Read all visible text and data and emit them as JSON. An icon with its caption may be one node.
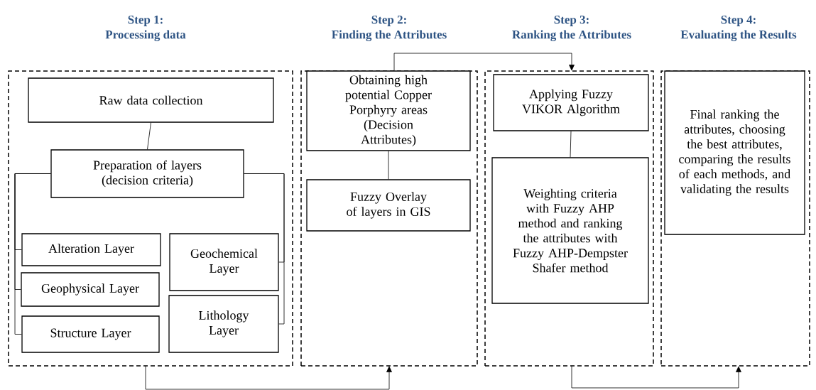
{
  "diagram": {
    "nodes": [
      {
        "text": [
          "Step 1:",
          "Processing data"
        ]
      },
      {
        "text": [
          "Raw data collection"
        ],
        "in": 0
      },
      {
        "text": [
          "Preparation of layers (decision criteria)"
        ],
        "in": 0
      },
      {
        "text": [
          "Alteration Layer"
        ],
        "in": 0
      },
      {
        "text": [
          "Geophysical Layer"
        ],
        "in": 0
      },
      {
        "text": [
          "Structure Layer"
        ],
        "in": 0
      },
      {
        "text": [
          "Geochemical Layer"
        ],
        "in": 0
      },
      {
        "text": [
          "Lithology Layer"
        ],
        "in": 0
      },
      {
        "text": [
          "Step 2:",
          "Finding the Attributes"
        ]
      },
      {
        "text": [
          "Obtaining high potential Copper Porphyry areas (Decision Attributes)"
        ],
        "in": 8
      },
      {
        "text": [
          "Fuzzy Overlay of layers in GIS"
        ],
        "in": 8
      },
      {
        "text": [
          "Step 3:",
          "Ranking the Attributes"
        ]
      },
      {
        "text": [
          "Applying Fuzzy VIKOR Algorithm"
        ],
        "in": 11
      },
      {
        "text": [
          "Weighting criteria with Fuzzy AHP method and ranking the attributes with Fuzzy AHP-Dempster Shafer method"
        ],
        "in": 11
      },
      {
        "text": [
          "Step 4:",
          "Evaluating the Results"
        ]
      },
      {
        "text": [
          "Final ranking the attributes, choosing the best attributes, comparing the results of each methods, and validating the results"
        ],
        "in": 14
      }
    ],
    "edges": [
      {
        "from": 1,
        "to": 2,
        "arrow": "none"
      },
      {
        "from": 2,
        "to": 3,
        "arrow": "none"
      },
      {
        "from": 2,
        "to": 4,
        "arrow": "none"
      },
      {
        "from": 2,
        "to": 5,
        "arrow": "none"
      },
      {
        "from": 2,
        "to": 6,
        "arrow": "none"
      },
      {
        "from": 2,
        "to": 7,
        "arrow": "none"
      },
      {
        "from": 9,
        "to": 10,
        "arrow": "none"
      },
      {
        "from": 12,
        "to": 13,
        "arrow": "none"
      },
      {
        "from": 0,
        "to": 8,
        "arrow": "to"
      },
      {
        "from": 8,
        "to": 11,
        "arrow": "to"
      },
      {
        "from": 11,
        "to": 14,
        "arrow": "to"
      }
    ]
  }
}
